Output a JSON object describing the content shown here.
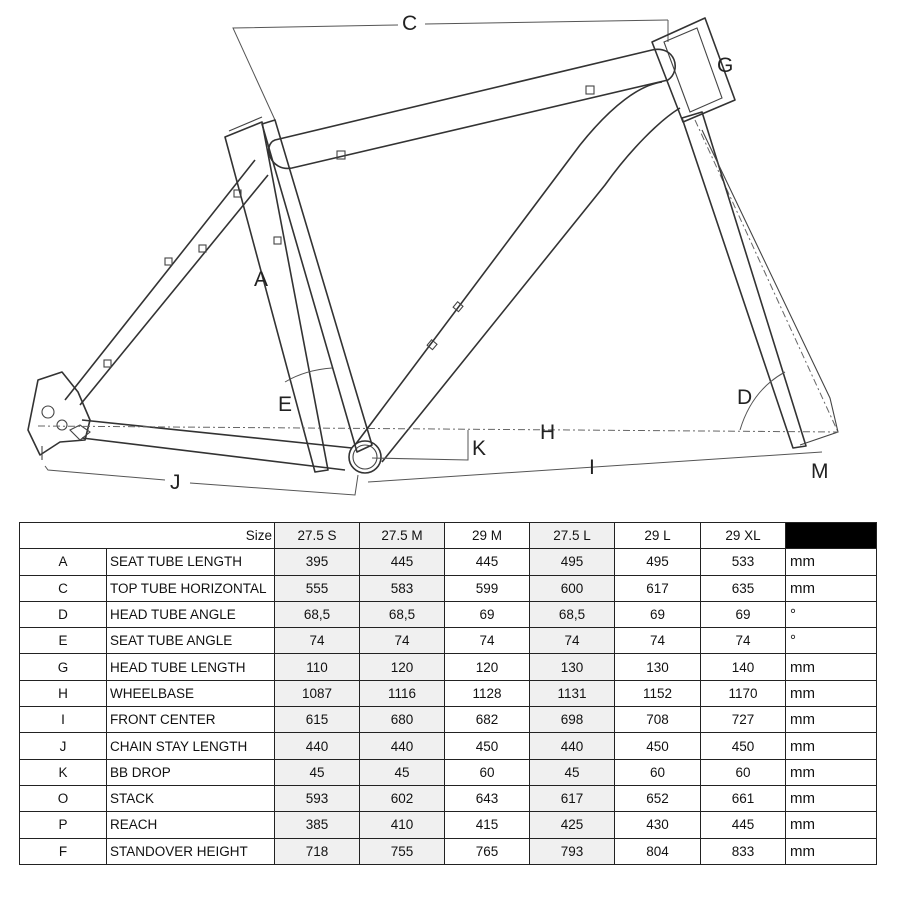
{
  "diagram": {
    "labels": {
      "A": "A",
      "C": "C",
      "D": "D",
      "E": "E",
      "G": "G",
      "H": "H",
      "I": "I",
      "J": "J",
      "K": "K",
      "M": "M"
    }
  },
  "table": {
    "size_label": "Size",
    "sizes": [
      "27.5 S",
      "27.5 M",
      "29 M",
      "27.5 L",
      "29 L",
      "29 XL"
    ],
    "rows": [
      {
        "code": "A",
        "name": "SEAT TUBE LENGTH",
        "values": [
          "395",
          "445",
          "445",
          "495",
          "495",
          "533"
        ],
        "unit": "mm"
      },
      {
        "code": "C",
        "name": "TOP TUBE HORIZONTAL",
        "values": [
          "555",
          "583",
          "599",
          "600",
          "617",
          "635"
        ],
        "unit": "mm"
      },
      {
        "code": "D",
        "name": "HEAD TUBE ANGLE",
        "values": [
          "68,5",
          "68,5",
          "69",
          "68,5",
          "69",
          "69"
        ],
        "unit": "°"
      },
      {
        "code": "E",
        "name": "SEAT TUBE ANGLE",
        "values": [
          "74",
          "74",
          "74",
          "74",
          "74",
          "74"
        ],
        "unit": "°"
      },
      {
        "code": "G",
        "name": "HEAD TUBE LENGTH",
        "values": [
          "110",
          "120",
          "120",
          "130",
          "130",
          "140"
        ],
        "unit": "mm"
      },
      {
        "code": "H",
        "name": "WHEELBASE",
        "values": [
          "1087",
          "1116",
          "1128",
          "1131",
          "1152",
          "1170"
        ],
        "unit": "mm"
      },
      {
        "code": "I",
        "name": "FRONT CENTER",
        "values": [
          "615",
          "680",
          "682",
          "698",
          "708",
          "727"
        ],
        "unit": "mm"
      },
      {
        "code": "J",
        "name": "CHAIN STAY LENGTH",
        "values": [
          "440",
          "440",
          "450",
          "440",
          "450",
          "450"
        ],
        "unit": "mm"
      },
      {
        "code": "K",
        "name": "BB DROP",
        "values": [
          "45",
          "45",
          "60",
          "45",
          "60",
          "60"
        ],
        "unit": "mm"
      },
      {
        "code": "O",
        "name": "STACK",
        "values": [
          "593",
          "602",
          "643",
          "617",
          "652",
          "661"
        ],
        "unit": "mm"
      },
      {
        "code": "P",
        "name": "REACH",
        "values": [
          "385",
          "410",
          "415",
          "425",
          "430",
          "445"
        ],
        "unit": "mm"
      },
      {
        "code": "F",
        "name": "STANDOVER HEIGHT",
        "values": [
          "718",
          "755",
          "765",
          "793",
          "804",
          "833"
        ],
        "unit": "mm"
      }
    ]
  }
}
